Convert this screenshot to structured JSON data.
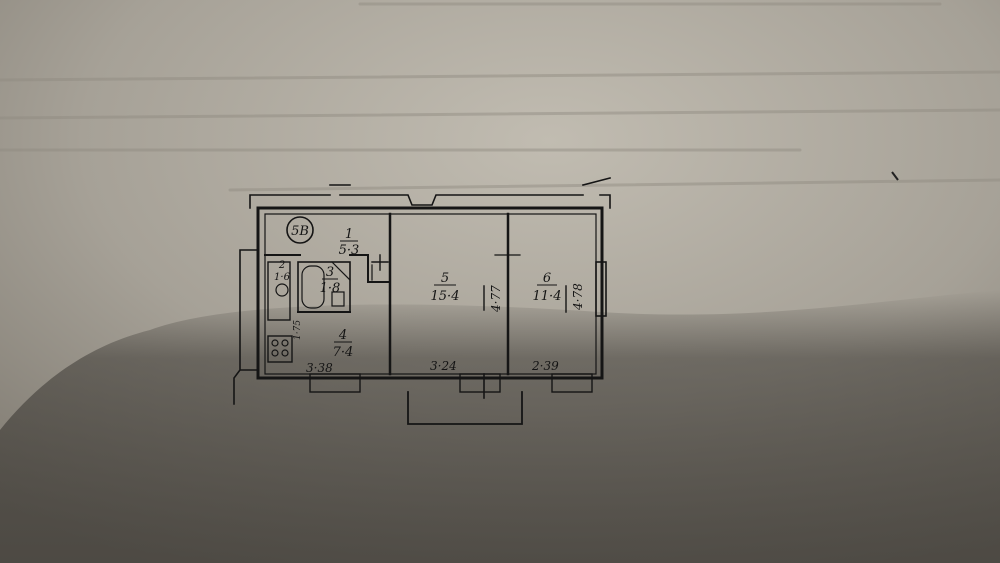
{
  "plan": {
    "stamp": "5В",
    "background_text_note": "",
    "rooms": [
      {
        "id": "1",
        "area": "5·3"
      },
      {
        "id": "2",
        "area": "1·6"
      },
      {
        "id": "3",
        "area": "1·8"
      },
      {
        "id": "4",
        "area": "7·4"
      },
      {
        "id": "5",
        "area": "15·4"
      },
      {
        "id": "6",
        "area": "11·4"
      }
    ],
    "dimensions": {
      "kitchen_width": "3·38",
      "kitchen_side": "1·75",
      "room5_width": "3·24",
      "room5_depth": "4·77",
      "room6_width": "2·39",
      "room6_depth": "4·78"
    }
  },
  "colors": {
    "paper_light": "#b8b3a8",
    "paper_dark": "#5a564f",
    "ink": "#151515"
  }
}
